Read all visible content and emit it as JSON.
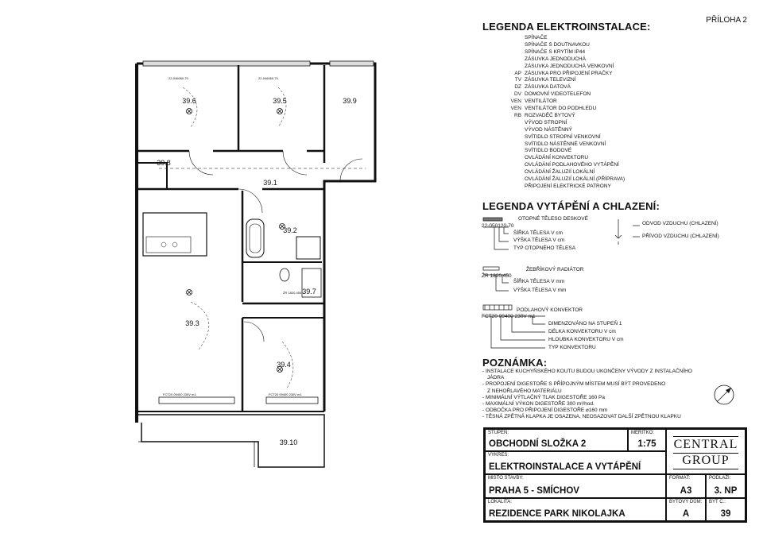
{
  "appendix": "PŘÍLOHA 2",
  "electrical_legend": {
    "title": "LEGENDA ELEKTROINSTALACE:",
    "items": [
      {
        "icon": "switch-icon",
        "symbol": "",
        "label": "SPÍNAČE"
      },
      {
        "icon": "switch-lamp-icon",
        "symbol": "",
        "label": "SPÍNAČE S DOUTNAVKOU"
      },
      {
        "icon": "switch-ip44-icon",
        "symbol": "",
        "label": "SPÍNAČE S KRYTÍM IP44"
      },
      {
        "icon": "socket-icon",
        "symbol": "",
        "label": "ZÁSUVKA JEDNODUCHÁ"
      },
      {
        "icon": "socket-outdoor-icon",
        "symbol": "",
        "label": "ZÁSUVKA JEDNODUCHÁ VENKOVNÍ"
      },
      {
        "icon": "washer-socket-icon",
        "symbol": "AP",
        "label": "ZÁSUVKA PRO PŘIPOJENÍ PRAČKY"
      },
      {
        "icon": "tv-socket-icon",
        "symbol": "TV",
        "label": "ZÁSUVKA TELEVIZNÍ"
      },
      {
        "icon": "data-socket-icon",
        "symbol": "DZ",
        "label": "ZÁSUVKA DATOVÁ"
      },
      {
        "icon": "videophone-icon",
        "symbol": "DV",
        "label": "DOMOVNÍ VIDEOTELEFON"
      },
      {
        "icon": "fan-icon",
        "symbol": "VEN",
        "label": "VENTILÁTOR"
      },
      {
        "icon": "ceiling-fan-icon",
        "symbol": "VEN",
        "label": "VENTILÁTOR DO PODHLEDU"
      },
      {
        "icon": "distribution-board-icon",
        "symbol": "RB",
        "label": "ROZVADĚČ BYTOVÝ"
      },
      {
        "icon": "ceiling-outlet-icon",
        "symbol": "",
        "label": "VÝVOD STROPNÍ"
      },
      {
        "icon": "wall-outlet-icon",
        "symbol": "",
        "label": "VÝVOD NÁSTĚNNÝ"
      },
      {
        "icon": "ceiling-light-outdoor-icon",
        "symbol": "",
        "label": "SVÍTIDLO STROPNÍ VENKOVNÍ"
      },
      {
        "icon": "wall-light-outdoor-icon",
        "symbol": "",
        "label": "SVÍTIDLO NÁSTĚNNÉ VENKOVNÍ"
      },
      {
        "icon": "spot-light-icon",
        "symbol": "",
        "label": "SVÍTIDLO BODOVÉ"
      },
      {
        "icon": "convector-control-icon",
        "symbol": "",
        "label": "OVLÁDÁNÍ KONVEKTORU"
      },
      {
        "icon": "floor-heating-control-icon",
        "symbol": "",
        "label": "OVLÁDÁNÍ PODLAHOVÉHO VYTÁPĚNÍ"
      },
      {
        "icon": "blinds-control-icon",
        "symbol": "",
        "label": "OVLÁDÁNÍ ŽALUZIÍ LOKÁLNÍ"
      },
      {
        "icon": "blinds-control-prep-icon",
        "symbol": "",
        "label": "OVLÁDÁNÍ ŽALUZIÍ LOKÁLNÍ  (PŘÍPRAVA)"
      },
      {
        "icon": "cartridge-icon",
        "symbol": "",
        "label": "PŘIPOJENÍ ELEKTRICKÉ PATRONY"
      }
    ]
  },
  "heating_legend": {
    "title": "LEGENDA VYTÁPĚNÍ A CHLAZENÍ:",
    "panel_radiator": {
      "heading": "OTOPNÉ TĚLESO DESKOVÉ",
      "code": "22-050120-70",
      "lines": [
        "ŠÍŘKA TĚLESA V cm",
        "VÝŠKA TĚLESA V cm",
        "TYP OTOPNÉHO TĚLESA"
      ]
    },
    "air_exhaust": "ODVOD VZDUCHU (CHLAZENÍ)",
    "air_supply": "PŘÍVOD VZDUCHU (CHLAZENÍ)",
    "ladder_radiator": {
      "heading": "ŽEBŘÍKOVÝ RADIÁTOR",
      "code": "ŽR 1820.450",
      "lines": [
        "ŠÍŘKA TĚLESA V mm",
        "VÝŠKA TĚLESA V mm"
      ]
    },
    "floor_convector": {
      "heading": "PODLAHOVÝ KONVEKTOR",
      "code": "FCT20 09400 230V m1",
      "lines": [
        "DIMENZOVÁNO NA STUPEŇ 1",
        "DÉLKA KONVEKTORU V cm",
        "HLOUBKA KONVEKTORU V cm",
        "TYP KONVEKTORU"
      ]
    }
  },
  "notes": {
    "title": "POZNÁMKA:",
    "lines": [
      "- INSTALACE KUCHYŇSKÉHO KOUTU BUDOU UKONČENY VÝVODY Z INSTALAČNÍHO",
      "  JÁDRA",
      "- PROPOJENÍ DIGESTOŘE S PŘÍPOJNÝM MÍSTEM MUSÍ BÝT PROVEDENO",
      "  Z NEHOŘLAVÉHO MATERIÁLU",
      "- MINIMÁLNÍ VÝTLAČNÝ TLAK DIGESTOŘE 160 Pa",
      "- MAXIMÁLNÍ VÝKON DIGESTOŘE 300 m³/hod.",
      "- ODBOČKA PRO PŘIPOJENÍ DIGESTOŘE ⌀160 mm",
      "- TĚSNÁ ZPĚTNÁ KLAPKA JE OSAZENA, NEOSAZOVAT DALŠÍ ZPĚTNOU KLAPKU"
    ]
  },
  "title_block": {
    "investor_label": "STUPEŇ:",
    "investor": "OBCHODNÍ SLOŽKA 2",
    "scale_label": "MĚŘÍTKO:",
    "scale": "1:75",
    "drawing_label": "VÝKRES:",
    "drawing": "ELEKTROINSTALACE A VYTÁPĚNÍ",
    "place_label": "MÍSTO STAVBY:",
    "place": "PRAHA 5 - SMÍCHOV",
    "format_label": "FORMÁT:",
    "format": "A3",
    "floor_label": "PODLAŽÍ:",
    "floor": "3. NP",
    "locality_label": "LOKALITA:",
    "locality": "REZIDENCE PARK NIKOLAJKA",
    "building_label": "BYTOVÝ DŮM:",
    "building": "A",
    "unit_label": "BYT Č.:",
    "unit": "39",
    "logo_line1": "CENTRAL",
    "logo_line2": "GROUP"
  },
  "floorplan": {
    "rooms": [
      "39.6",
      "39.5",
      "39.9",
      "39.8",
      "39.1",
      "39.2",
      "39.7",
      "39.3",
      "39.4",
      "39.10"
    ],
    "radiator_codes": [
      "22-046060-70",
      "22-046060-70",
      "FCT20 09400 230V m1",
      "FCT20 09400 230V m1",
      "ŽR 1820.450"
    ]
  }
}
